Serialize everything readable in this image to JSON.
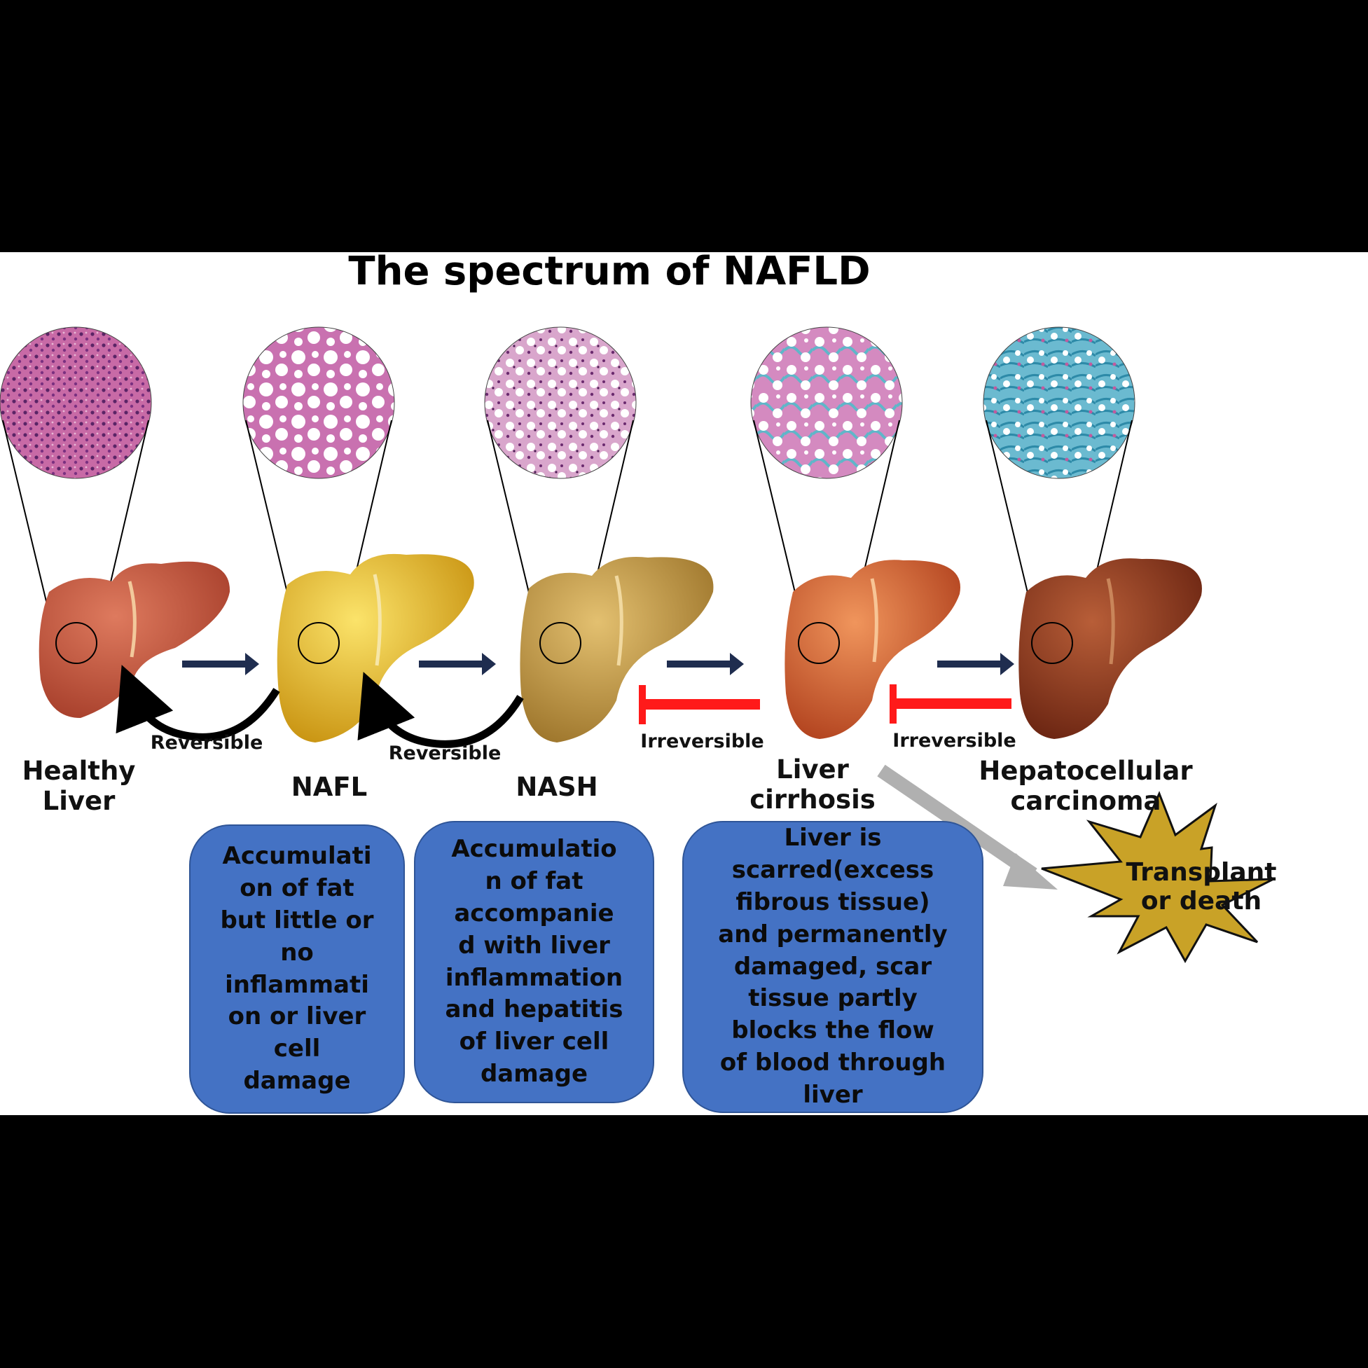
{
  "title": "The spectrum of NAFLD",
  "stages": [
    {
      "label": "Healthy\nLiver"
    },
    {
      "label": "NAFL"
    },
    {
      "label": "NASH"
    },
    {
      "label": "Liver\ncirrhosis"
    },
    {
      "label": "Hepatocellular\ncarcinoma"
    }
  ],
  "transitions": [
    {
      "label": "Reversible"
    },
    {
      "label": "Reversible"
    },
    {
      "label": "Irreversible"
    },
    {
      "label": "Irreversible"
    }
  ],
  "descriptions": [
    {
      "text": "Accumulati\non of fat\nbut little or\nno\ninflammati\non or liver\ncell\ndamage"
    },
    {
      "text": "Accumulatio\nn of fat\naccompanie\nd with liver\ninflammation\nand hepatitis\nof liver cell\ndamage"
    },
    {
      "text": "Liver is\nscarred(excess\nfibrous tissue)\nand permanently\ndamaged, scar\ntissue partly\nblocks the flow\nof blood through\nliver"
    }
  ],
  "outcome": {
    "label": "Transplant\nor death"
  },
  "colors": {
    "healthy_liver": "#c2553f",
    "nafl_liver": "#e6b520",
    "nash_liver": "#c79a3c",
    "cirrhosis_liver": "#d9663a",
    "hcc_liver": "#8e3a22",
    "box_fill": "#4472c4",
    "irreversible_block": "#ff1a1a",
    "forward_arrow": "#1f2d4f",
    "outcome_star": "#c9a227"
  }
}
